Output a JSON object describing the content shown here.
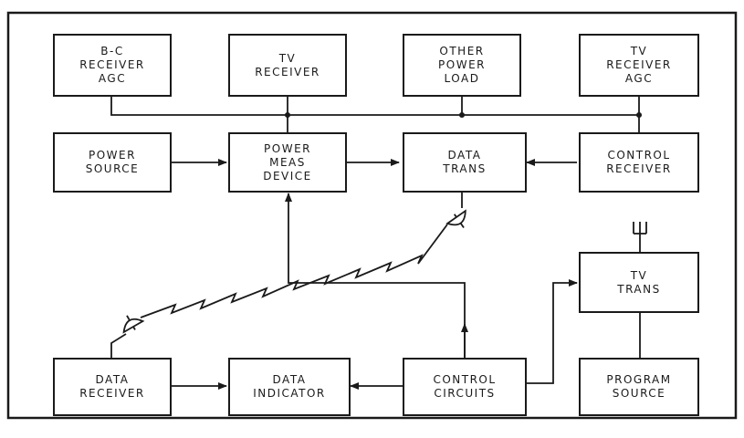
{
  "colors": {
    "line": "#1a1a1a",
    "background": "#ffffff"
  },
  "boxes": {
    "bc_receiver_agc": "B-C\nRECEIVER\nAGC",
    "tv_receiver": "TV\nRECEIVER",
    "other_power_load": "OTHER\nPOWER\nLOAD",
    "tv_receiver_agc": "TV\nRECEIVER\nAGC",
    "power_source": "POWER\nSOURCE",
    "power_meas_device": "POWER\nMEAS\nDEVICE",
    "data_trans": "DATA\nTRANS",
    "control_receiver": "CONTROL\nRECEIVER",
    "tv_trans": "TV\nTRANS",
    "data_receiver": "DATA\nRECEIVER",
    "data_indicator": "DATA\nINDICATOR",
    "control_circuits": "CONTROL\nCIRCUITS",
    "program_source": "PROGRAM\nSOURCE"
  },
  "icons": {
    "dish_antenna": "dish-antenna-icon",
    "tv_antenna": "tv-antenna-icon",
    "radio_link": "lightning-link-icon"
  }
}
